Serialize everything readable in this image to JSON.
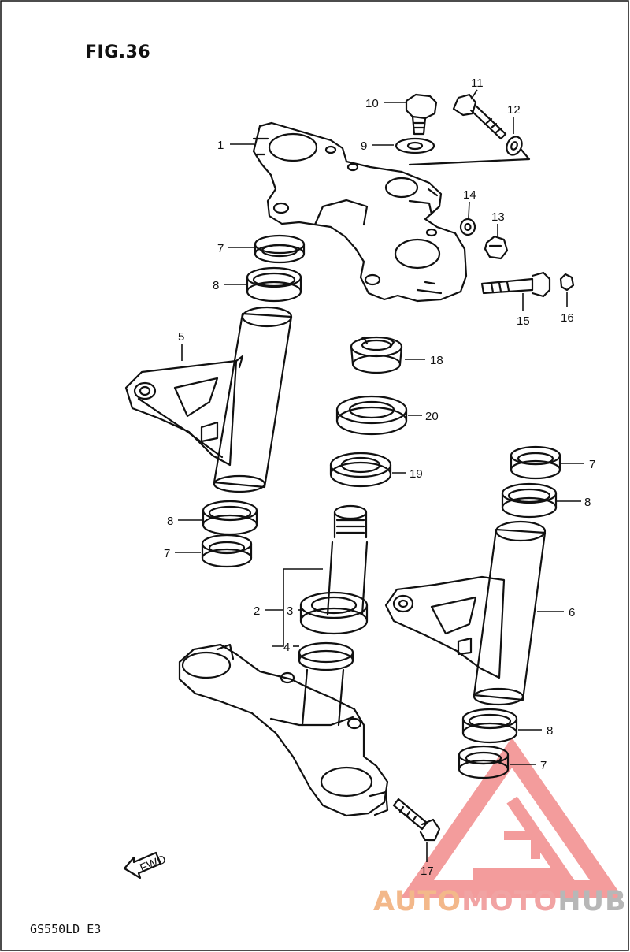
{
  "figure": {
    "title": "FIG.36",
    "model": "GS550LD E3",
    "front_mark": "FWD"
  },
  "watermark": {
    "part1": "AUTO",
    "part2": "MOTO",
    "part3": "HUB"
  },
  "callouts": [
    {
      "id": "c1",
      "text": "1"
    },
    {
      "id": "c2",
      "text": "2"
    },
    {
      "id": "c3",
      "text": "3"
    },
    {
      "id": "c4",
      "text": "4"
    },
    {
      "id": "c5",
      "text": "5"
    },
    {
      "id": "c6",
      "text": "6"
    },
    {
      "id": "c7a",
      "text": "7"
    },
    {
      "id": "c7b",
      "text": "7"
    },
    {
      "id": "c7c",
      "text": "7"
    },
    {
      "id": "c7d",
      "text": "7"
    },
    {
      "id": "c8a",
      "text": "8"
    },
    {
      "id": "c8b",
      "text": "8"
    },
    {
      "id": "c8c",
      "text": "8"
    },
    {
      "id": "c8d",
      "text": "8"
    },
    {
      "id": "c9",
      "text": "9"
    },
    {
      "id": "c10",
      "text": "10"
    },
    {
      "id": "c11",
      "text": "11"
    },
    {
      "id": "c12",
      "text": "12"
    },
    {
      "id": "c13",
      "text": "13"
    },
    {
      "id": "c14",
      "text": "14"
    },
    {
      "id": "c15",
      "text": "15"
    },
    {
      "id": "c16",
      "text": "16"
    },
    {
      "id": "c17",
      "text": "17"
    },
    {
      "id": "c18",
      "text": "18"
    },
    {
      "id": "c19",
      "text": "19"
    },
    {
      "id": "c20",
      "text": "20"
    }
  ]
}
